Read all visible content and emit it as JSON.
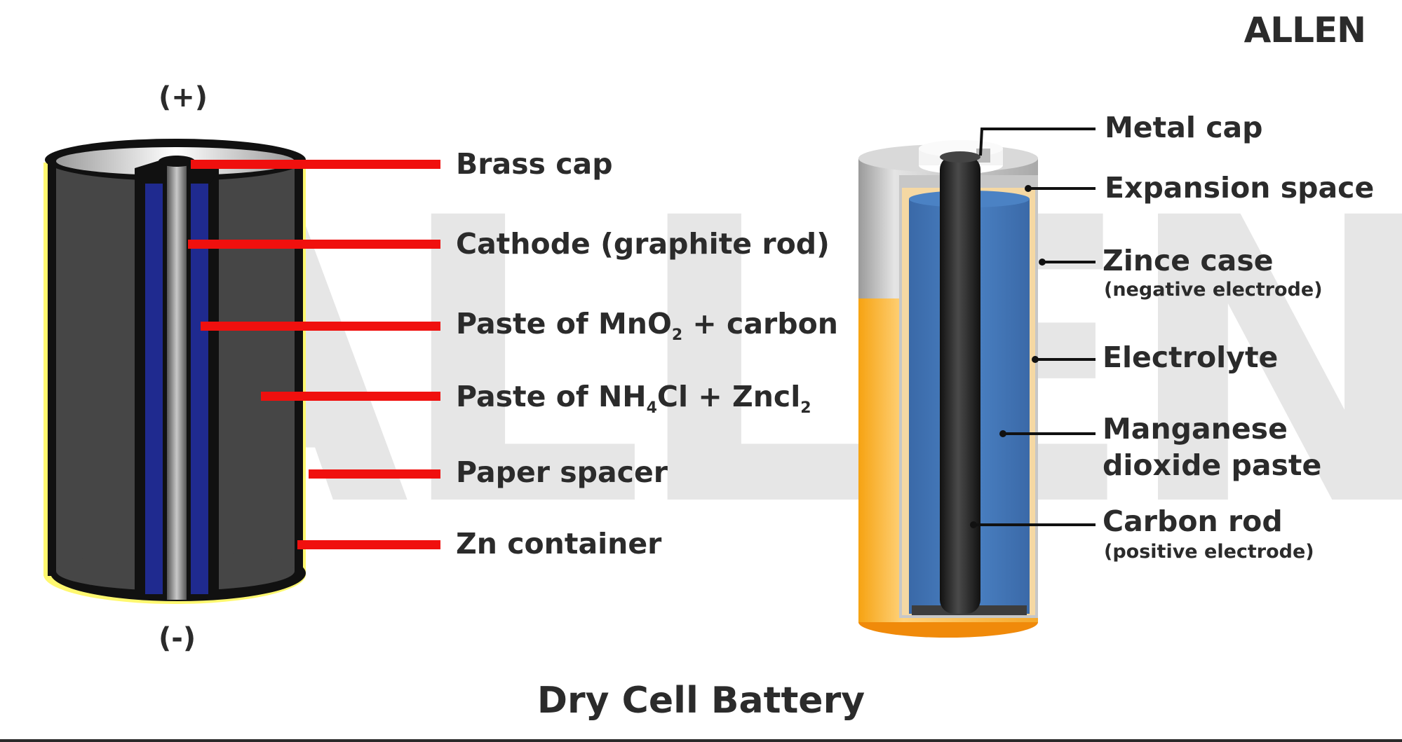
{
  "logo": "ALLEN",
  "watermark": "ALLEN",
  "caption": "Dry Cell Battery",
  "left_cell": {
    "positive_terminal": "(+)",
    "negative_terminal": "(-)",
    "labels": {
      "brass_cap": "Brass cap",
      "cathode": "Cathode (graphite rod)",
      "paste_mno2_pre": "Paste of MnO",
      "paste_mno2_sub": "2",
      "paste_mno2_post": " + carbon",
      "paste_nh4cl_pre": "Paste of NH",
      "paste_nh4cl_sub1": "4",
      "paste_nh4cl_mid": "Cl + Zncl",
      "paste_nh4cl_sub2": "2",
      "paper_spacer": "Paper spacer",
      "zn_container": "Zn container"
    }
  },
  "right_cell": {
    "labels": {
      "metal_cap": "Metal cap",
      "expansion_space": "Expansion space",
      "zinc_case": "Zince case",
      "zinc_case_sub": "(negative electrode)",
      "electrolyte": "Electrolyte",
      "manganese_1": "Manganese",
      "manganese_2": "dioxide paste",
      "carbon_rod": "Carbon rod",
      "carbon_rod_sub": "(positive electrode)"
    }
  },
  "colors": {
    "pointer_red": "#f0100e",
    "pointer_black": "#111111",
    "casing_dark": "#464646",
    "rod_gray": "#8a8a8a",
    "separator_blue": "#1f2a8f",
    "spacer_yellow": "#fff870",
    "electrolyte_blue": "#3f72b3",
    "case_orange": "#f7b133",
    "text": "#2b2b2b"
  }
}
